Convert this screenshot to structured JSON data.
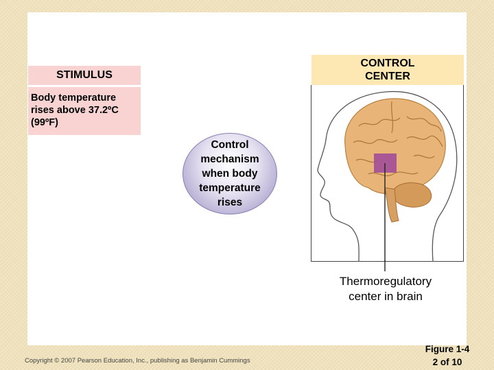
{
  "stimulus": {
    "header": "STIMULUS",
    "text": "Body temperature rises above 37.2ºC (99ºF)"
  },
  "control_center": {
    "header": "CONTROL\nCENTER"
  },
  "mechanism": {
    "text": "Control\nmechanism\nwhen body\ntemperature\nrises"
  },
  "brain_caption": "Thermoregulatory\ncenter in brain",
  "footer": {
    "copyright": "Copyright © 2007 Pearson Education, Inc., publishing as Benjamin Cummings",
    "figure": "Figure 1-4\n2 of 10"
  },
  "colors": {
    "stimulus_bg": "#f8d3d2",
    "control_bg": "#fde8b4",
    "hypothalamus": "#a04a9a",
    "brain": "#e8b478"
  }
}
